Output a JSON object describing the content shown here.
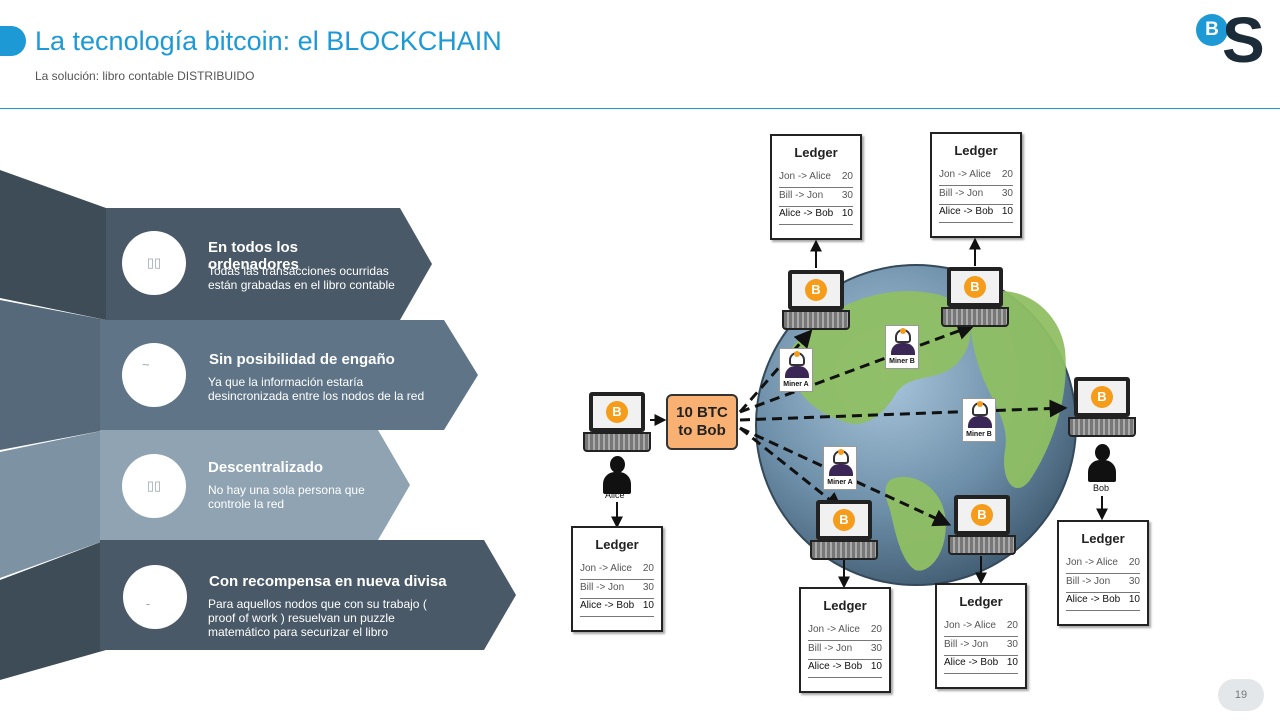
{
  "header": {
    "title": "La tecnología bitcoin: el BLOCKCHAIN",
    "subtitle": "La solución: libro contable DISTRIBUIDO"
  },
  "logo": {
    "b": "B",
    "s": "S"
  },
  "colors": {
    "accent": "#1d9ad6",
    "wedge1": "#4a5967",
    "wedge2": "#5f7587",
    "wedge3": "#8fa3b2",
    "wedge4": "#4a5967",
    "btc_orange": "#f59c1a"
  },
  "steps": [
    {
      "icon": "▯▯",
      "title": "En todos los ordenadores",
      "text": "Todas las transacciones ocurridas están grabadas en el libro contable"
    },
    {
      "icon": "~",
      "title": "Sin posibilidad de engaño",
      "text": "Ya que la información estaría desincronizada entre los nodos de la red"
    },
    {
      "icon": "▯▯",
      "title": "Descentralizado",
      "text": "No hay una sola persona que controle la red"
    },
    {
      "icon": "-",
      "title": "Con recompensa en nueva divisa",
      "text": "Para aquellos nodos que con su trabajo ( proof of work ) resuelvan un puzzle matemático para securizar el libro"
    }
  ],
  "diagram": {
    "ledger_title": "Ledger",
    "ledger_rows": [
      {
        "label": "Jon -> Alice",
        "value": "20"
      },
      {
        "label": "Bill -> Jon",
        "value": "30"
      },
      {
        "label": "Alice -> Bob",
        "value": "10"
      }
    ],
    "coin_symbol": "B",
    "transaction": "10 BTC to Bob",
    "miners": [
      "Miner A",
      "Miner B",
      "Miner B",
      "Miner A"
    ],
    "people": {
      "alice": "Alice",
      "bob": "Bob"
    }
  },
  "page_number": "19"
}
